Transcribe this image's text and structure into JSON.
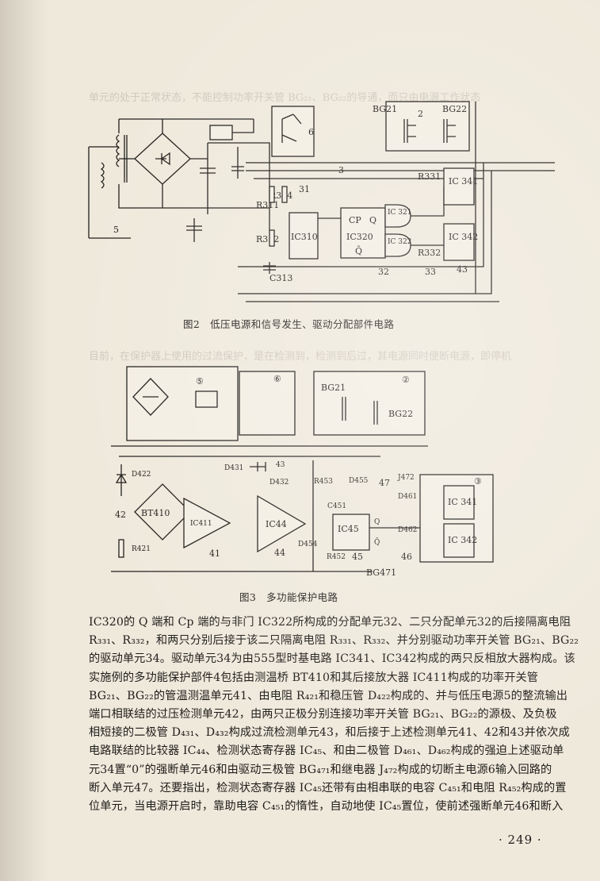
{
  "figure2": {
    "caption": "图2　低压电源和信号发生、驱动分配部件电路",
    "labels": {
      "bg21": "BG21",
      "bg22": "BG22",
      "n2": "2",
      "n3": "3",
      "n5": "5",
      "n6": "6",
      "n31": "31",
      "n32": "32",
      "n33": "33",
      "n43": "43",
      "r311": "R311",
      "r312": "R312",
      "r314": "R314",
      "ic310": "IC310",
      "c313": "C313",
      "ic320": "IC320",
      "cp": "CP",
      "q": "Q",
      "qbar": "Q̄",
      "ic321": "IC 321",
      "ic322": "IC 322",
      "r331": "R331",
      "r332": "R332",
      "ic341": "IC 341",
      "ic342": "IC 342"
    }
  },
  "figure3": {
    "caption": "图3　多功能保护电路",
    "labels": {
      "c5": "⑤",
      "c6": "⑥",
      "c2": "②",
      "c3": "③",
      "bg21": "BG21",
      "bg22": "BG22",
      "d422": "D422",
      "d431": "D431",
      "d432": "D432",
      "c43": "43",
      "r453": "R453",
      "d455": "D455",
      "c47": "47",
      "j472": "J472",
      "c451": "C451",
      "bt410": "BT410",
      "ic411": "IC411",
      "ic44": "IC44",
      "d454": "D454",
      "ic45": "IC45",
      "q": "Q",
      "qbar": "Q̄",
      "d461": "D461",
      "d462": "D462",
      "ic341": "IC 341",
      "ic342": "IC 342",
      "c42": "42",
      "r421": "R421",
      "c41": "41",
      "c44": "44",
      "r452": "R452",
      "c45": "45",
      "c46": "46",
      "bg471": "BG471"
    }
  },
  "body_lines": [
    "IC320的 Q 端和 Cp 端的与非门 IC322所构成的分配单元32、二只分配单元32的后接隔离电阻",
    "R₃₃₁、R₃₃₂，和两只分别后接于该二只隔离电阻 R₃₃₁、R₃₃₂、并分别驱动功率开关管 BG₂₁、BG₂₂",
    "的驱动单元34。驱动单元34为由555型时基电路 IC341、IC342构成的两只反相放大器构成。该",
    "实施例的多功能保护部件4包括由测温桥 BT410和其后接放大器 IC411构成的功率开关管",
    "BG₂₁、BG₂₂的管温测温单元41、由电阻 R₄₂₁和稳压管 D₄₂₂构成的、并与低压电源5的整流输出",
    "端口相联结的过压检测单元42，由两只正极分别连接功率开关管 BG₂₁、BG₂₂的源极、及负极",
    "相短接的二极管 D₄₃₁、D₄₃₂构成过流检测单元43，和后接于上述检测单元41、42和43并依次成",
    "电路联结的比较器 IC₄₄、检测状态寄存器 IC₄₅、和由二极管 D₄₆₁、D₄₆₂构成的强迫上述驱动单",
    "元34置“0”的强断单元46和由驱动三极管 BG₄₇₁和继电器 J₄₇₂构成的切断主电源6输入回路的",
    "断入单元47。还要指出，检测状态寄存器 IC₄₅还带有由相串联的电容 C₄₅₁和电阻 R₄₅₂构成的置",
    "位单元，当电源开启时，靠助电容 C₄₅₁的惰性，自动地使 IC₄₅置位，使前述强断单元46和断入"
  ],
  "page_number": "· 249 ·"
}
